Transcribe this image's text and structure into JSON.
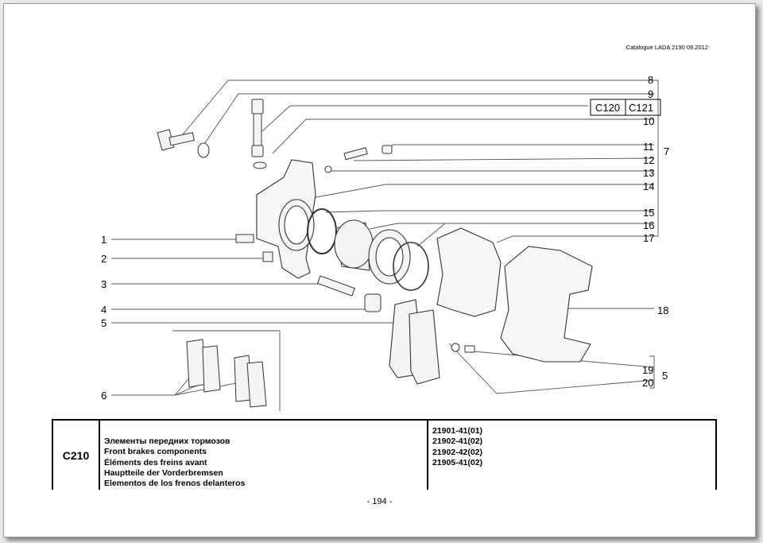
{
  "header": {
    "catalogue": "Catalogue LADA 2190  09.2012"
  },
  "diagram": {
    "callouts": {
      "n1": "1",
      "n2": "2",
      "n3": "3",
      "n4": "4",
      "n5": "5",
      "n6": "6",
      "n7": "7",
      "n8": "8",
      "n9": "9",
      "n10": "10",
      "n11": "11",
      "n12": "12",
      "n13": "13",
      "n14": "14",
      "n15": "15",
      "n16": "16",
      "n17": "17",
      "n18": "18",
      "n19": "19",
      "n20": "20",
      "n5b": "5"
    },
    "refs": {
      "r1": "C120",
      "r2": "C121"
    }
  },
  "table": {
    "code": "C210",
    "names": [
      "Элементы передних тормозов",
      "Front brakes components",
      "Éléments des freins avant",
      "Hauptteile der Vorderbremsen",
      "Elementos de los frenos delanteros"
    ],
    "models": [
      "21901-41(01)",
      "21902-41(02)",
      "21902-42(02)",
      "21905-41(02)"
    ]
  },
  "footer": {
    "page_number": "- 194 -"
  }
}
